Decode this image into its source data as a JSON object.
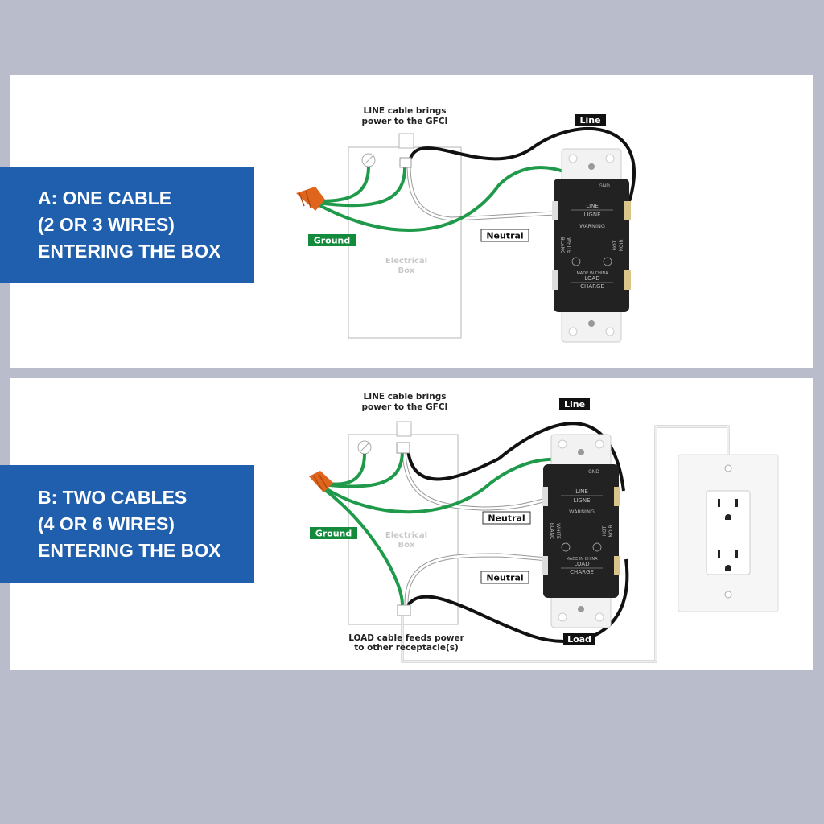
{
  "panel_a": {
    "title_lines": [
      "A: ONE CABLE",
      "(2 OR 3 WIRES)",
      "ENTERING THE BOX"
    ],
    "line_note": [
      "LINE cable brings",
      "power to the GFCI"
    ],
    "box_label": [
      "Electrical",
      "Box"
    ],
    "tags": {
      "ground": "Ground",
      "neutral": "Neutral",
      "line": "Line"
    }
  },
  "panel_b": {
    "title_lines": [
      "B: TWO CABLES",
      "(4 OR 6 WIRES)",
      "ENTERING THE BOX"
    ],
    "line_note": [
      "LINE cable brings",
      "power to the GFCI"
    ],
    "load_note": [
      "LOAD cable feeds power",
      "to other receptacle(s)"
    ],
    "box_label": [
      "Electrical",
      "Box"
    ],
    "tags": {
      "ground": "Ground",
      "neutral_line": "Neutral",
      "neutral_load": "Neutral",
      "line": "Line",
      "load": "Load"
    }
  },
  "gfci": {
    "gnd": "GND",
    "line": "LINE",
    "ligne": "LIGNE",
    "warning": "WARNING",
    "white": "WHITE",
    "blanc": "BLANC",
    "hot": "HOT",
    "noir": "NOIR",
    "made_in": "MADE IN CHINA",
    "load": "LOAD",
    "charge": "CHARGE"
  },
  "colors": {
    "banner": "#1f5fae",
    "ground_wire": "#1e9a4a",
    "ground_tag": "#138a3c",
    "background": "#b8bccb"
  }
}
